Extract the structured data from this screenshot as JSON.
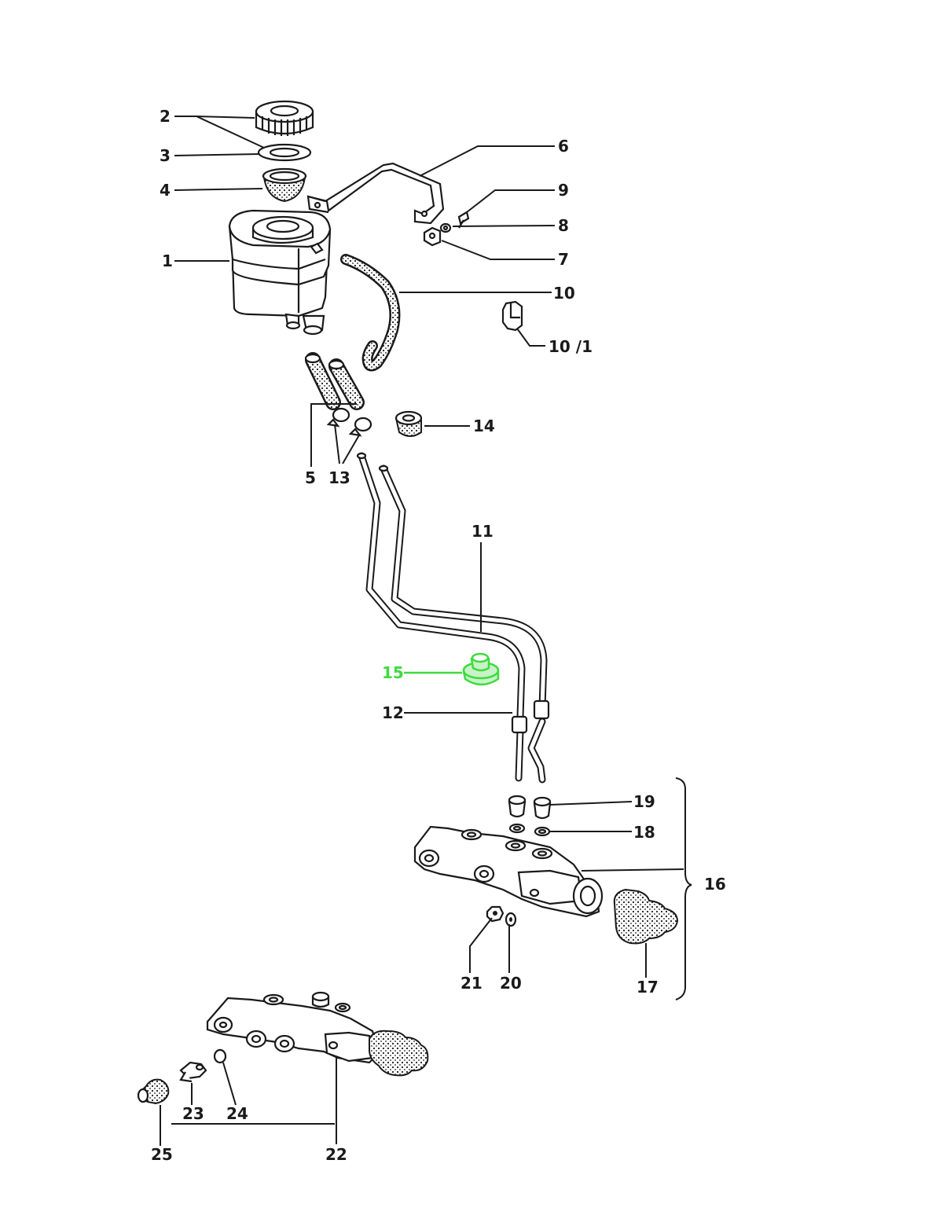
{
  "labels": {
    "l1": "1",
    "l2": "2",
    "l3": "3",
    "l4": "4",
    "l5": "5",
    "l6": "6",
    "l7": "7",
    "l8": "8",
    "l9": "9",
    "l10": "10",
    "l10_1": "10 /1",
    "l11": "11",
    "l12": "12",
    "l13": "13",
    "l14": "14",
    "l15": "15",
    "l16": "16",
    "l17": "17",
    "l18": "18",
    "l19": "19",
    "l20": "20",
    "l21": "21",
    "l22": "22",
    "l23": "23",
    "l24": "24",
    "l25": "25"
  },
  "highlight": {
    "part": "15",
    "color": "#3ddc3d"
  },
  "colors": {
    "ink": "#1a1a1a",
    "background": "#ffffff"
  }
}
